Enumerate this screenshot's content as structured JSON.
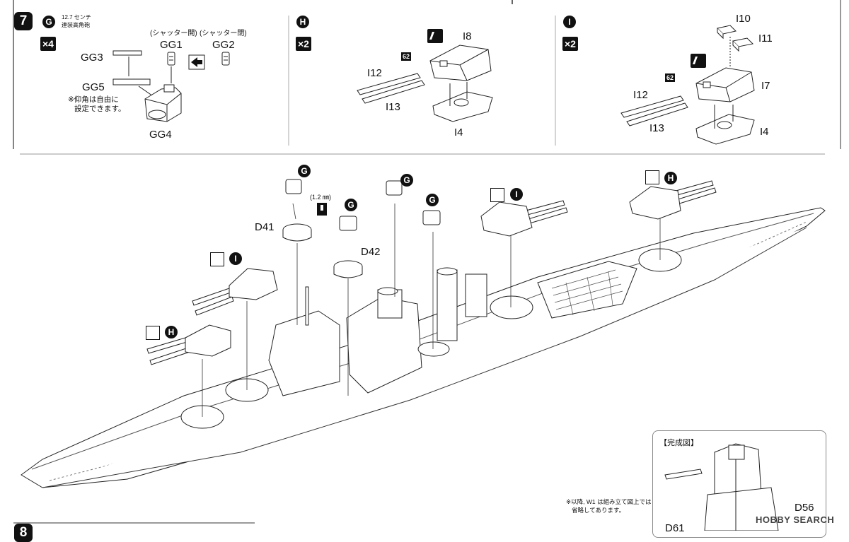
{
  "step": {
    "number": "7",
    "next_number": "8"
  },
  "panel_g": {
    "badge": "G",
    "multiplier": "×4",
    "caption_line1": "12.7 センチ",
    "caption_line2": "連装高角砲",
    "shutter_open": "(シャッター開)",
    "shutter_closed": "(シャッター閉)",
    "parts": [
      "GG1",
      "GG2",
      "GG3",
      "GG5",
      "GG4"
    ],
    "note_line1": "※仰角は自由に",
    "note_line2": "設定できます。"
  },
  "panel_h": {
    "badge": "H",
    "multiplier": "×2",
    "part_code": "62",
    "parts": [
      "I8",
      "I12",
      "I13",
      "I4"
    ]
  },
  "panel_i": {
    "badge": "I",
    "multiplier": "×2",
    "part_code": "62",
    "parts": [
      "I10",
      "I11",
      "I7",
      "I12",
      "I13",
      "I4"
    ]
  },
  "main": {
    "turret_badges": [
      "G",
      "G",
      "G",
      "H",
      "I",
      "I",
      "H"
    ],
    "d41": "D41",
    "d42": "D42",
    "dimension": "(1.2 ㎜)",
    "completed_title": "【完成図】",
    "completed_note_line1": "※以降, W1 は組み立て図上では",
    "completed_note_line2": "省略してあります。",
    "d56": "D56",
    "d61": "D61"
  },
  "watermark": "HOBBY SEARCH",
  "colors": {
    "ink": "#111111",
    "paper": "#ffffff",
    "line": "#888888"
  }
}
